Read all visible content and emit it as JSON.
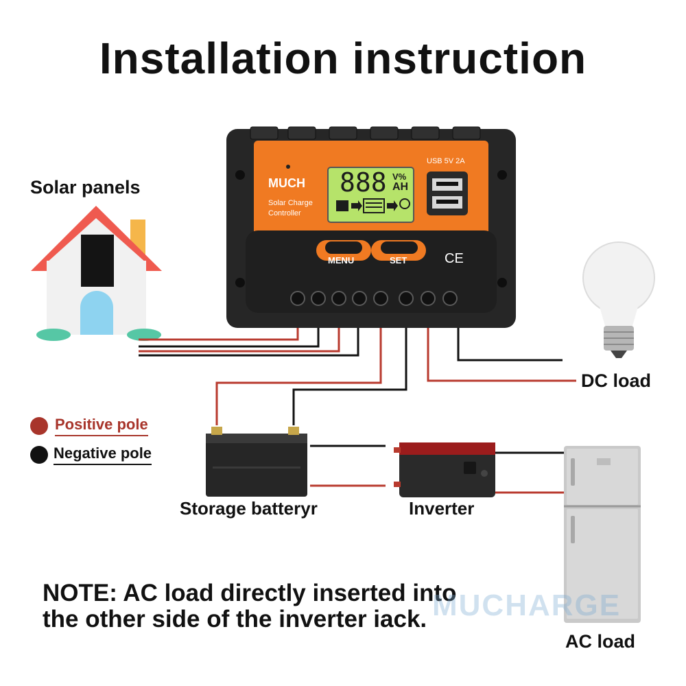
{
  "title": "Installation instruction",
  "labels": {
    "solar_panels": "Solar panels",
    "dc_load": "DC load",
    "storage_battery": "Storage batteryr",
    "inverter": "Inverter",
    "ac_load": "AC load"
  },
  "legend": {
    "positive": "Positive pole",
    "negative": "Negative pole"
  },
  "controller": {
    "brand": "MUCH",
    "line1": "Solar Charge",
    "line2": "Controller",
    "usb": "USB 5V 2A",
    "lcd_digits": "888",
    "lcd_unit_top": "V%",
    "lcd_unit_bottom": "AH",
    "menu": "MENU",
    "set": "SET",
    "ce": "CE"
  },
  "note": {
    "line1": "NOTE: AC load directly inserted into",
    "line2": "the other side of the inverter iack."
  },
  "watermark": "MUCHARGE",
  "colors": {
    "positive": "#b83a2e",
    "negative": "#111111",
    "controller_orange": "#f07a22",
    "lcd_green": "#b6e36a"
  }
}
